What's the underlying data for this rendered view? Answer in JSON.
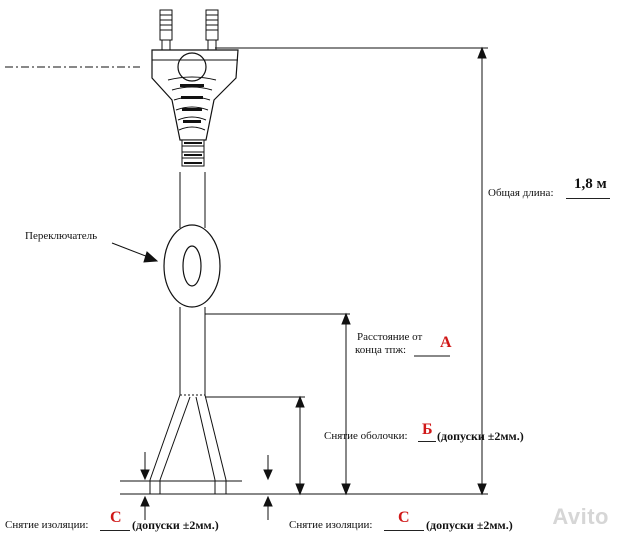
{
  "labels": {
    "switch": "Переключатель",
    "total_length": "Общая длина:",
    "total_length_value": "1,8 м",
    "distance_line1": "Расстояние от",
    "distance_line2": "конца тпж:",
    "distance_mark": "А",
    "sheath_strip": "Снятие оболочки:",
    "sheath_mark": "Б",
    "sheath_tolerance": "(допуски ±2мм.)",
    "insul_strip_left": "Снятие изоляции:",
    "insul_mark_left": "С",
    "insul_tol_left": "(допуски ±2мм.)",
    "insul_strip_right": "Снятие изоляции:",
    "insul_mark_right": "С",
    "insul_tol_right": "(допуски ±2мм.)"
  },
  "watermark": "Avito",
  "colors": {
    "line": "#111111",
    "mark": "#d01818",
    "watermark": "#b4b4b4"
  }
}
